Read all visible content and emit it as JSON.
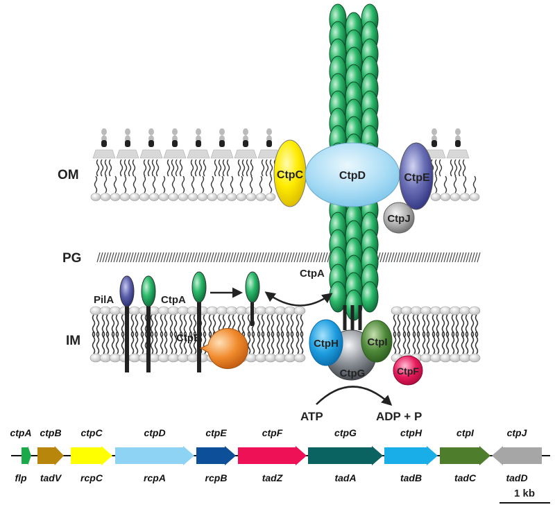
{
  "regions": {
    "outer_membrane": "OM",
    "peptidoglycan": "PG",
    "inner_membrane": "IM"
  },
  "proteins": {
    "ctpC": "CtpC",
    "ctpD": "CtpD",
    "ctpE": "CtpE",
    "ctpJ": "CtpJ",
    "ctpA_pilus": "CtpA",
    "pilA": "PilA",
    "ctpA_inner": "CtpA",
    "ctpB": "CtpB",
    "ctpH": "CtpH",
    "ctpI": "CtpI",
    "ctpG": "CtpG",
    "ctpF": "CtpF"
  },
  "reaction": {
    "substrate": "ATP",
    "product": "ADP + P"
  },
  "genes": [
    {
      "top": "ctpA",
      "bottom": "flp",
      "color": "#1aaa4a"
    },
    {
      "top": "ctpB",
      "bottom": "tadV",
      "color": "#b8860b"
    },
    {
      "top": "ctpC",
      "bottom": "rcpC",
      "color": "#ffff00"
    },
    {
      "top": "ctpD",
      "bottom": "rcpA",
      "color": "#8fd3f4"
    },
    {
      "top": "ctpE",
      "bottom": "rcpB",
      "color": "#0d4f99"
    },
    {
      "top": "ctpF",
      "bottom": "tadZ",
      "color": "#ee1155"
    },
    {
      "top": "ctpG",
      "bottom": "tadA",
      "color": "#0b6361"
    },
    {
      "top": "ctpH",
      "bottom": "tadB",
      "color": "#19aee8"
    },
    {
      "top": "ctpI",
      "bottom": "tadC",
      "color": "#4e7d2c"
    },
    {
      "top": "ctpJ",
      "bottom": "tadD",
      "color": "#a6a6a6"
    }
  ],
  "scale_bar": "1 kb",
  "colors": {
    "pilin": "#1fa860",
    "ctpC": "#ffec00",
    "ctpD": "#a9dcf5",
    "ctpE": "#6a6fb5",
    "pilA": "#5a5fa8",
    "ctpB": "#f08a2c",
    "ctpH": "#1e9ee0",
    "ctpI": "#4f8a3a",
    "ctpG": "#7d8185",
    "ctpF": "#e8195c",
    "ctpJ": "#9a9a9a"
  }
}
